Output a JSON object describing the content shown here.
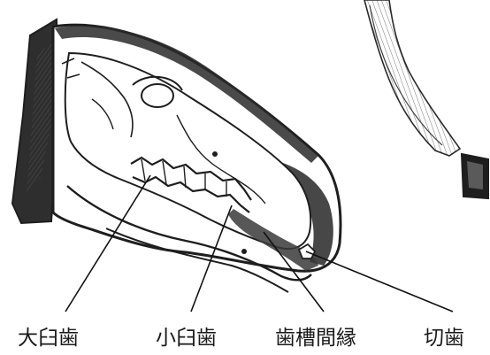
{
  "colors": {
    "ink": "#1e1e1e",
    "shade": "#3a3a3a",
    "paper": "#ffffff"
  },
  "labels": {
    "molars": "大臼歯",
    "premolars": "小臼歯",
    "interdental_margin": "歯槽間縁",
    "incisors": "切歯"
  }
}
